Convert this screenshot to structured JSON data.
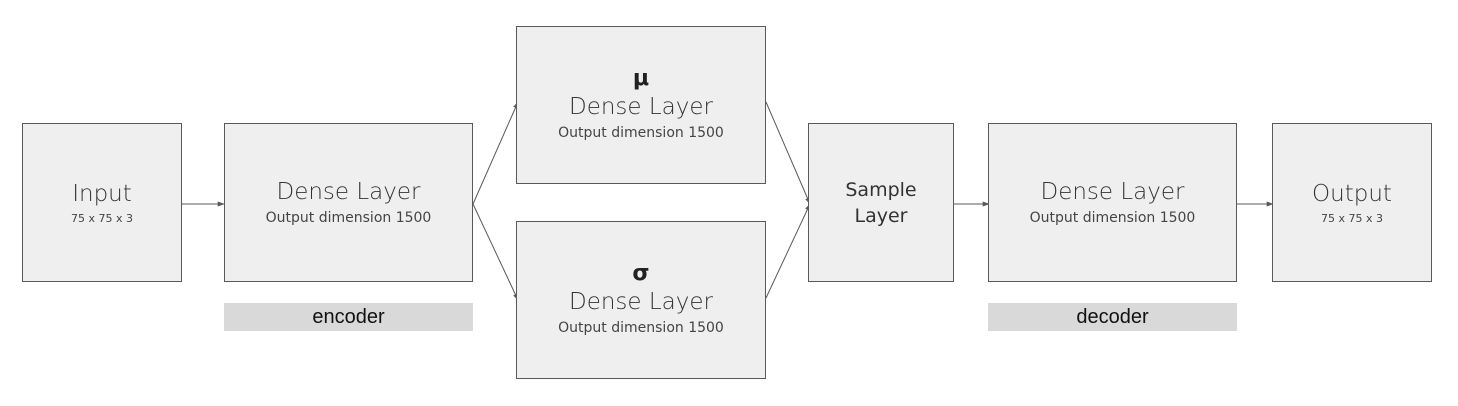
{
  "colors": {
    "box_fill": "#efefef",
    "box_border": "#595959",
    "band_fill": "#d9d9d9",
    "arrow": "#595959"
  },
  "nodes": {
    "input": {
      "title": "Input",
      "sub": "75 x 75 x 3"
    },
    "encoder_dense": {
      "title": "Dense Layer",
      "sub": "Output dimension 1500"
    },
    "mu_dense": {
      "symbol": "μ",
      "title": "Dense Layer",
      "sub": "Output dimension 1500"
    },
    "sigma_dense": {
      "symbol": "σ",
      "title": "Dense Layer",
      "sub": "Output dimension 1500"
    },
    "sample": {
      "line1": "Sample",
      "line2": "Layer"
    },
    "decoder_dense": {
      "title": "Dense Layer",
      "sub": "Output dimension 1500"
    },
    "output": {
      "title": "Output",
      "sub": "75 x 75 x 3"
    }
  },
  "labels": {
    "encoder": "encoder",
    "decoder": "decoder"
  }
}
